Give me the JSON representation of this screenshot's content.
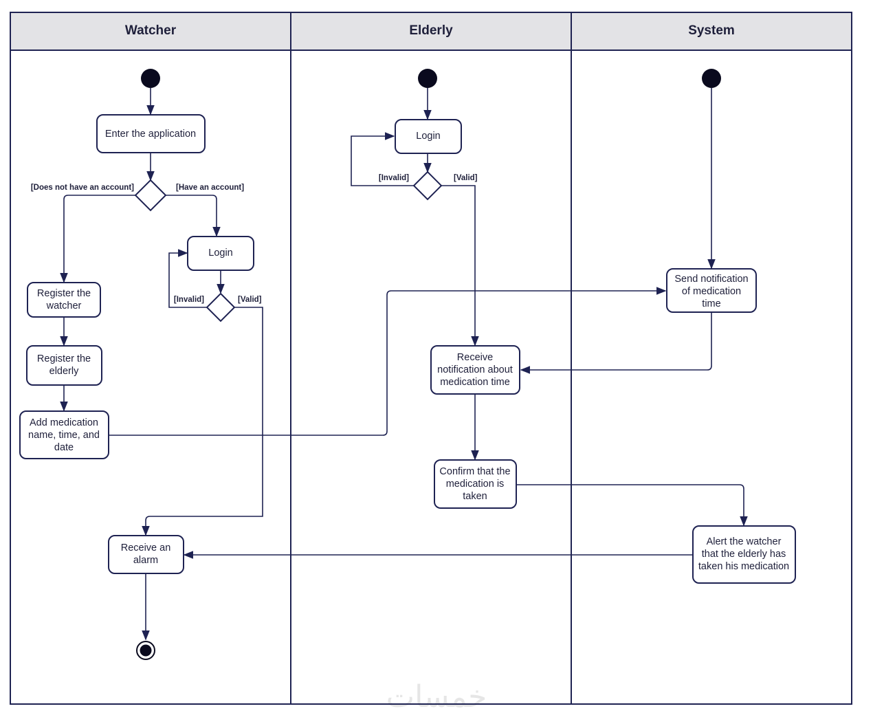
{
  "colors": {
    "line": "#1e2252",
    "header_bg": "#e3e3e6",
    "node_fill": "#ffffff",
    "start": "#0a0a1e"
  },
  "lanes": [
    {
      "title": "Watcher"
    },
    {
      "title": "Elderly"
    },
    {
      "title": "System"
    }
  ],
  "nodes": {
    "enter_app": [
      "Enter the application"
    ],
    "watcher_login": [
      "Login"
    ],
    "register_watcher": [
      "Register the",
      "watcher"
    ],
    "register_elderly": [
      "Register the",
      "elderly"
    ],
    "add_medication": [
      "Add medication",
      "name, time, and",
      "date"
    ],
    "receive_alarm": [
      "Receive an",
      "alarm"
    ],
    "elderly_login": [
      "Login"
    ],
    "receive_notification": [
      "Receive",
      "notification about",
      "medication time"
    ],
    "confirm_taken": [
      "Confirm that the",
      "medication is",
      "taken"
    ],
    "send_notification": [
      "Send notification",
      "of medication",
      "time"
    ],
    "alert_watcher": [
      "Alert  the watcher",
      "that the elderly has",
      "taken his medication"
    ]
  },
  "guards": {
    "no_account": "[Does not have an account]",
    "have_account": "[Have an account]",
    "watcher_invalid": "[Invalid]",
    "watcher_valid": "[Valid]",
    "elderly_invalid": "[Invalid]",
    "elderly_valid": "[Valid]"
  },
  "watermark": "خمسات"
}
